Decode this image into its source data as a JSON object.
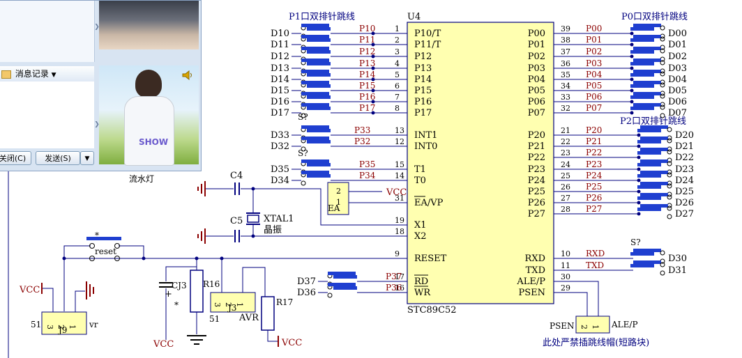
{
  "qq_window": {
    "history_label": "消息记录",
    "close_button": "关闭(C)",
    "send_button": "发送(S)",
    "show_label": "SHOW"
  },
  "caption": "流水灯",
  "chip": {
    "ref": "U4",
    "part": "STC89C52",
    "left_pins": [
      {
        "num": "1",
        "name": "P10/T"
      },
      {
        "num": "2",
        "name": "P11/T"
      },
      {
        "num": "3",
        "name": "P12"
      },
      {
        "num": "4",
        "name": "P13"
      },
      {
        "num": "5",
        "name": "P14"
      },
      {
        "num": "6",
        "name": "P15"
      },
      {
        "num": "7",
        "name": "P16"
      },
      {
        "num": "8",
        "name": "P17"
      },
      {
        "num": "13",
        "name": "INT1"
      },
      {
        "num": "12",
        "name": "INT0"
      },
      {
        "num": "15",
        "name": "T1"
      },
      {
        "num": "14",
        "name": "T0"
      },
      {
        "num": "31",
        "name": "EA/VP"
      },
      {
        "num": "19",
        "name": "X1"
      },
      {
        "num": "18",
        "name": "X2"
      },
      {
        "num": "9",
        "name": "RESET"
      },
      {
        "num": "17",
        "name": "RD"
      },
      {
        "num": "16",
        "name": "WR"
      }
    ],
    "right_pins": [
      {
        "num": "39",
        "name": "P00"
      },
      {
        "num": "38",
        "name": "P01"
      },
      {
        "num": "37",
        "name": "P02"
      },
      {
        "num": "36",
        "name": "P03"
      },
      {
        "num": "35",
        "name": "P04"
      },
      {
        "num": "34",
        "name": "P05"
      },
      {
        "num": "33",
        "name": "P06"
      },
      {
        "num": "32",
        "name": "P07"
      },
      {
        "num": "21",
        "name": "P20"
      },
      {
        "num": "22",
        "name": "P21"
      },
      {
        "num": "23",
        "name": "P22"
      },
      {
        "num": "24",
        "name": "P23"
      },
      {
        "num": "25",
        "name": "P24"
      },
      {
        "num": "26",
        "name": "P25"
      },
      {
        "num": "27",
        "name": "P26"
      },
      {
        "num": "28",
        "name": "P27"
      },
      {
        "num": "10",
        "name": "RXD"
      },
      {
        "num": "11",
        "name": "TXD"
      },
      {
        "num": "30",
        "name": "ALE/P"
      },
      {
        "num": "29",
        "name": "PSEN"
      }
    ]
  },
  "headers": {
    "p1": "P1口双排针跳线",
    "p0": "P0口双排针跳线",
    "p2": "P2口双排针跳线"
  },
  "p1_block": {
    "d_labels": [
      "D10",
      "D11",
      "D12",
      "D13",
      "D14",
      "D15",
      "D16",
      "D17"
    ],
    "nets": [
      "P10",
      "P11",
      "P12",
      "P13",
      "P14",
      "P15",
      "P16",
      "P17"
    ]
  },
  "p0_block": {
    "d_labels": [
      "D00",
      "D01",
      "D02",
      "D03",
      "D04",
      "D05",
      "D06",
      "D07"
    ],
    "nets": [
      "P00",
      "P01",
      "P02",
      "P03",
      "P04",
      "P05",
      "P06",
      "P07"
    ]
  },
  "p2_block": {
    "d_labels": [
      "D20",
      "D21",
      "D22",
      "D23",
      "D24",
      "D25",
      "D26",
      "D27"
    ],
    "nets": [
      "P20",
      "P21",
      "P22",
      "P23",
      "P24",
      "P25",
      "P26",
      "P27"
    ]
  },
  "p3_block": {
    "d_labels": [
      "D33",
      "D32",
      "D35",
      "D34",
      "D37",
      "D36",
      "D30",
      "D31"
    ],
    "nets": [
      "P33",
      "P32",
      "P35",
      "P34",
      "P37",
      "P36",
      "RXD",
      "TXD"
    ],
    "switch_ref": "S?"
  },
  "components": {
    "c4": "C4",
    "c5": "C5",
    "xtal": "XTAL1",
    "xtal_desc": "晶振",
    "ea_jumper": "EA",
    "ea_pins": [
      "2",
      "1"
    ],
    "vcc": "VCC",
    "reset_label": "reset",
    "reset_mark": "*",
    "cj3": "CJ3",
    "cj3_plus": "+",
    "cj3_star": "*",
    "r16": "R16",
    "r17": "R17",
    "j3": "J3",
    "j3_pins": [
      "3",
      "2",
      "1"
    ],
    "j3_num": "51",
    "avr": "AVR",
    "j9": "J9",
    "j9_pins": [
      "3",
      "2",
      "1"
    ],
    "j9_num": "51",
    "j9_vr": "vr",
    "psen_jumper_left": "PSEN",
    "psen_jumper_right": "ALE/P",
    "psen_jumper_pins": [
      "2",
      "1"
    ],
    "psen_warning": "此处严禁插跳线帽(短路块)"
  },
  "colors": {
    "wire": "#00007f",
    "chip_fill": "#ffffb0",
    "pin_text": "#000000",
    "net_text": "#8b0000",
    "switch": "#1f3fd0"
  }
}
